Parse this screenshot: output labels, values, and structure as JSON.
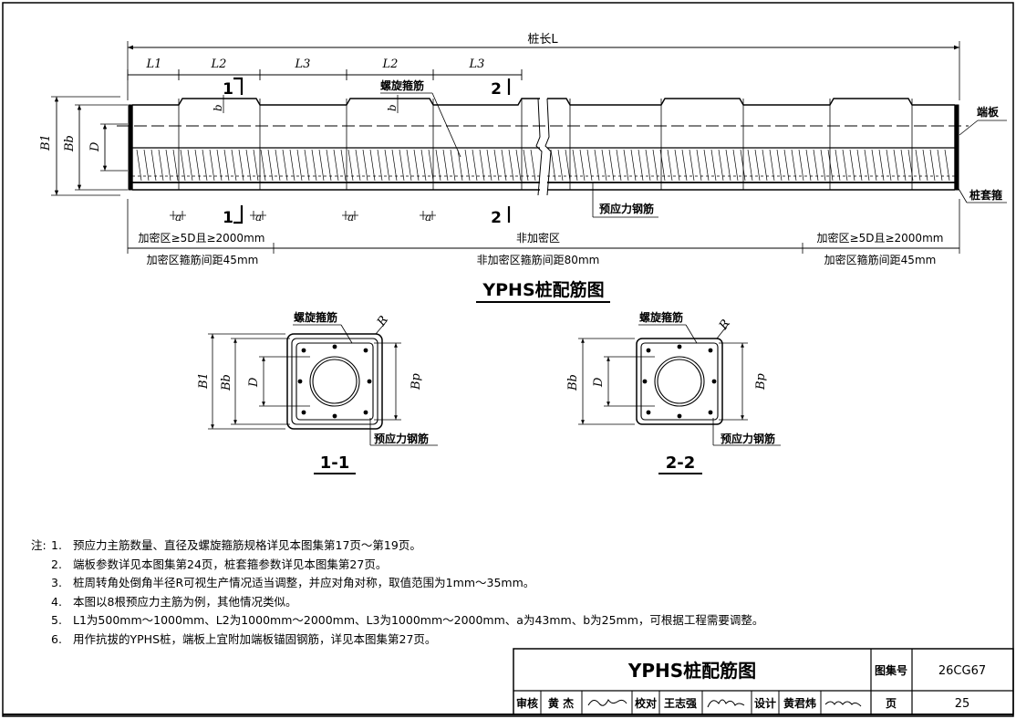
{
  "diagram": {
    "pile_length_label": "桩长L",
    "seg_labels": [
      "L1",
      "L2",
      "L3",
      "L2",
      "L3"
    ],
    "cut_marks": {
      "one": "1",
      "two": "2"
    },
    "left_dims": {
      "b1": "B1",
      "bb": "Bb",
      "d": "D"
    },
    "spiral_label": "螺旋箍筋",
    "end_plate_label": "端板",
    "pile_sleeve_label": "桩套箍",
    "prestress_label": "预应力钢筋",
    "a_label": "a",
    "b_label": "b",
    "dense_zone_label": "加密区≥5D且≥2000mm",
    "dense_spacing_label": "加密区箍筋间距45mm",
    "non_dense_zone_label": "非加密区",
    "non_dense_spacing_label": "非加密区箍筋间距80mm",
    "main_title": "YPHS桩配筋图"
  },
  "sections": {
    "s1": {
      "title": "1-1",
      "spiral_label": "螺旋箍筋",
      "r_label": "R",
      "prestress_label": "预应力钢筋",
      "dims": [
        "B1",
        "Bb",
        "D",
        "Bp"
      ]
    },
    "s2": {
      "title": "2-2",
      "spiral_label": "螺旋箍筋",
      "r_label": "R",
      "prestress_label": "预应力钢筋",
      "dims": [
        "Bb",
        "D",
        "Bp"
      ]
    }
  },
  "notes": {
    "label": "注:",
    "items": [
      {
        "num": "1.",
        "text": "预应力主筋数量、直径及螺旋箍筋规格详见本图集第17页～第19页。"
      },
      {
        "num": "2.",
        "text": "端板参数详见本图集第24页，桩套箍参数详见本图集第27页。"
      },
      {
        "num": "3.",
        "text": "桩周转角处倒角半径R可视生产情况适当调整，并应对角对称，取值范围为1mm～35mm。"
      },
      {
        "num": "4.",
        "text": "本图以8根预应力主筋为例，其他情况类似。"
      },
      {
        "num": "5.",
        "text": "L1为500mm～1000mm、L2为1000mm～2000mm、L3为1000mm～2000mm、a为43mm、b为25mm，可根据工程需要调整。"
      },
      {
        "num": "6.",
        "text": "用作抗拔的YPHS桩，端板上宜附加端板锚固钢筋，详见本图集第27页。"
      }
    ]
  },
  "title_block": {
    "title": "YPHS桩配筋图",
    "atlas_label": "图集号",
    "atlas_value": "26CG67",
    "review_label": "审核",
    "review_name": "黄 杰",
    "check_label": "校对",
    "check_name": "王志强",
    "design_label": "设计",
    "design_name": "黄君炜",
    "page_label": "页",
    "page_value": "25"
  }
}
